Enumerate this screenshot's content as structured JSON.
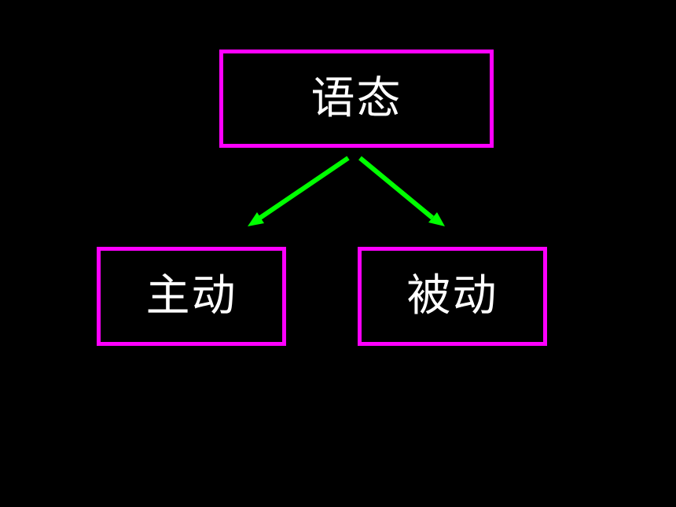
{
  "diagram": {
    "root": {
      "label": "语态"
    },
    "children": [
      {
        "label": "主动"
      },
      {
        "label": "被动"
      }
    ]
  },
  "colors": {
    "background": "#000000",
    "box_border": "#ff00ff",
    "text": "#ffffff",
    "arrow": "#00ff00"
  }
}
